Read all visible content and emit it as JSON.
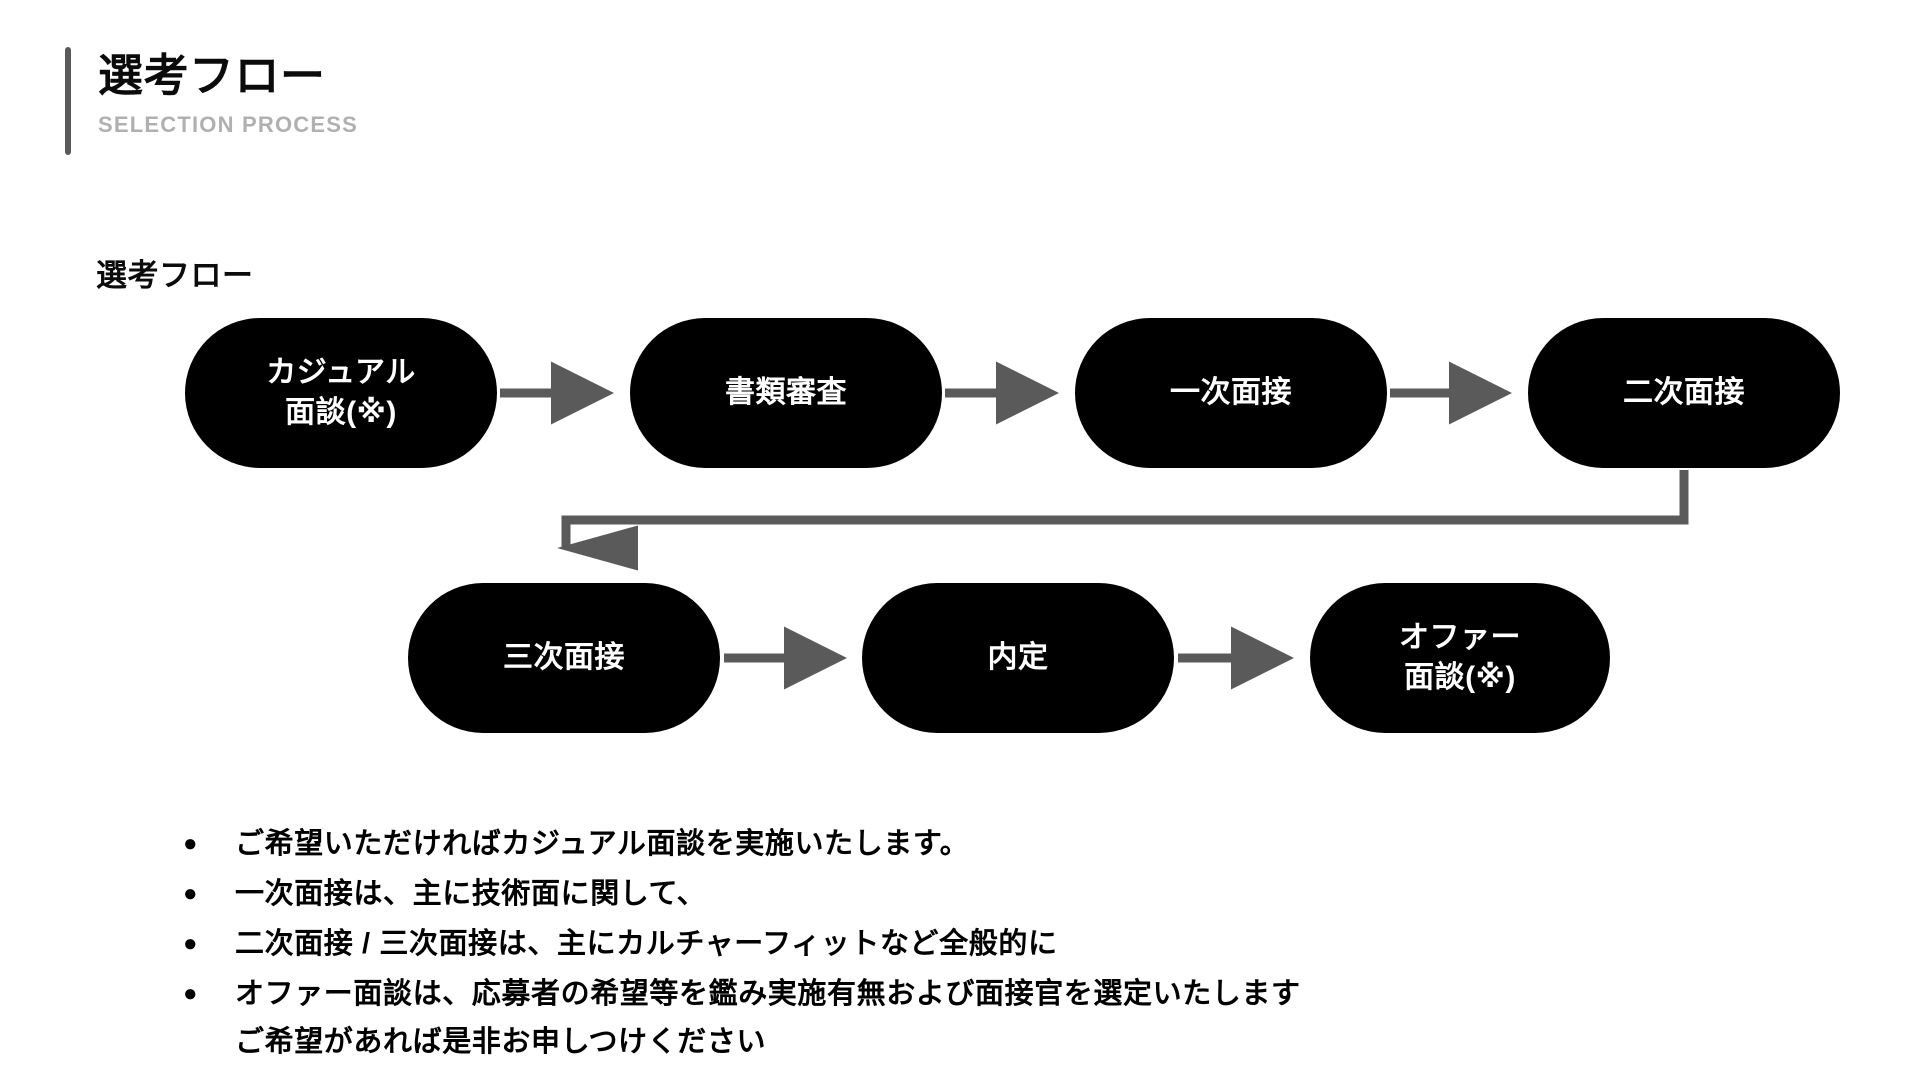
{
  "header": {
    "title": "選考フロー",
    "subtitle": "SELECTION PROCESS",
    "accent_color": "#5a5a5a"
  },
  "section": {
    "label": "選考フロー"
  },
  "flow": {
    "node_fill_color": "#000000",
    "node_text_color": "#ffffff",
    "connector_color": "#5a5a5a",
    "nodes": [
      {
        "id": "casual",
        "label": "カジュアル\n面談(※)"
      },
      {
        "id": "document",
        "label": "書類審査"
      },
      {
        "id": "first",
        "label": "一次面接"
      },
      {
        "id": "second",
        "label": "二次面接"
      },
      {
        "id": "third",
        "label": "三次面接"
      },
      {
        "id": "naitei",
        "label": "内定"
      },
      {
        "id": "offer",
        "label": "オファー\n面談(※)"
      }
    ]
  },
  "notes": {
    "bullet_glyph": "●",
    "items": [
      {
        "text": "ご希望いただければカジュアル面談を実施いたします。"
      },
      {
        "text": "一次面接は、主に技術面に関して、"
      },
      {
        "text": "二次面接 / 三次面接は、主にカルチャーフィットなど全般的に"
      },
      {
        "text": "オファー面談は、応募者の希望等を鑑み実施有無および面接官を選定いたします\nご希望があれば是非お申しつけください"
      }
    ]
  }
}
